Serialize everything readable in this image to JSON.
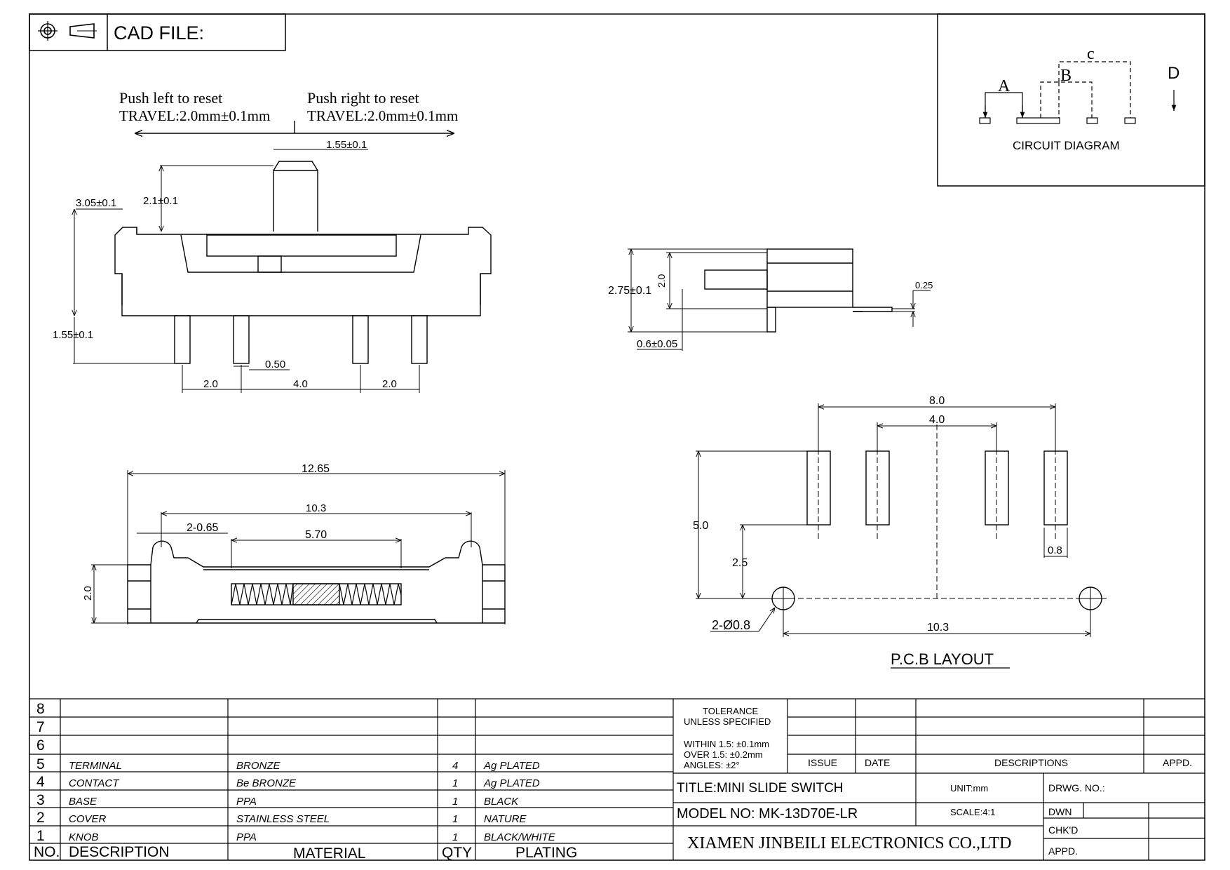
{
  "header": {
    "cad_label": "CAD FILE:"
  },
  "side_view": {
    "push_left": "Push left to reset",
    "push_right": "Push right to reset",
    "travel_left": "TRAVEL:2.0mm±0.1mm",
    "travel_right": "TRAVEL:2.0mm±0.1mm",
    "dims": {
      "knob_width": "1.55±0.1",
      "knob_height": "2.1±0.1",
      "body_height": "3.05±0.1",
      "pin_length": "1.55±0.1",
      "pin_width": "0.50",
      "pitch_left": "2.0",
      "pitch_mid": "4.0",
      "pitch_right": "2.0"
    }
  },
  "end_view": {
    "dims": {
      "height": "2.75±0.1",
      "inner": "2.0",
      "thickness": "0.25",
      "pin": "0.6±0.05"
    }
  },
  "bottom_view": {
    "dims": {
      "overall": "12.65",
      "inner": "10.3",
      "slot": "5.70",
      "holes": "2-0.65",
      "height": "2.0"
    }
  },
  "circuit": {
    "title": "CIRCUIT DIAGRAM",
    "labels": {
      "a": "A",
      "b": "B",
      "c": "c",
      "d": "D"
    }
  },
  "pcb": {
    "title": "P.C.B LAYOUT",
    "dims": {
      "outer": "8.0",
      "inner": "4.0",
      "height": "5.0",
      "offset": "2.5",
      "pad": "0.8",
      "holes": "2-Ø0.8",
      "hole_span": "10.3"
    }
  },
  "bom": {
    "header": {
      "no": "NO.",
      "description": "DESCRIPTION",
      "material": "MATERIAL",
      "qty": "QTY",
      "plating": "PLATING"
    },
    "rows": [
      {
        "no": "8",
        "description": "",
        "material": "",
        "qty": "",
        "plating": ""
      },
      {
        "no": "7",
        "description": "",
        "material": "",
        "qty": "",
        "plating": ""
      },
      {
        "no": "6",
        "description": "",
        "material": "",
        "qty": "",
        "plating": ""
      },
      {
        "no": "5",
        "description": "TERMINAL",
        "material": "BRONZE",
        "qty": "4",
        "plating": "Ag PLATED"
      },
      {
        "no": "4",
        "description": "CONTACT",
        "material": "Be BRONZE",
        "qty": "1",
        "plating": "Ag PLATED"
      },
      {
        "no": "3",
        "description": "BASE",
        "material": "PPA",
        "qty": "1",
        "plating": "BLACK"
      },
      {
        "no": "2",
        "description": "COVER",
        "material": "STAINLESS STEEL",
        "qty": "1",
        "plating": "NATURE"
      },
      {
        "no": "1",
        "description": "KNOB",
        "material": "PPA",
        "qty": "1",
        "plating": "BLACK/WHITE"
      }
    ]
  },
  "title_block": {
    "tolerance_1": "TOLERANCE",
    "tolerance_2": "UNLESS SPECIFIED",
    "within": "WITHIN 1.5: ±0.1mm",
    "over": "OVER 1.5:  ±0.2mm",
    "angles": "ANGLES: ±2°",
    "issue": "ISSUE",
    "date": "DATE",
    "descriptions": "DESCRIPTIONS",
    "appd": "APPD.",
    "title": "TITLE:MINI SLIDE SWITCH",
    "unit": "UNIT:mm",
    "drwg_no": "DRWG. NO.:",
    "model": "MODEL NO: MK-13D70E-LR",
    "scale": "SCALE:4:1",
    "dwn": "DWN",
    "chkd": "CHK'D",
    "appd2": "APPD.",
    "company": "XIAMEN JINBEILI ELECTRONICS CO.,LTD"
  }
}
